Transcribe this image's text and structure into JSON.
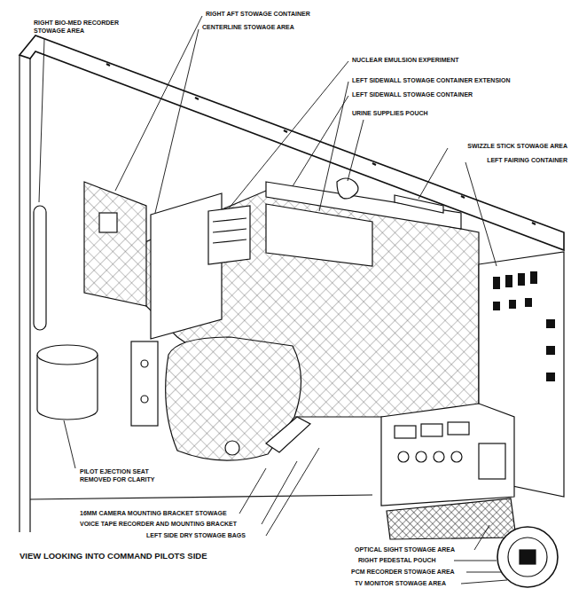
{
  "diagram": {
    "caption": "VIEW LOOKING INTO COMMAND PILOTS SIDE",
    "labels": [
      "RIGHT BIO-MED RECORDER STOWAGE AREA",
      "RIGHT AFT STOWAGE CONTAINER",
      "CENTERLINE STOWAGE AREA",
      "NUCLEAR EMULSION EXPERIMENT",
      "LEFT SIDEWALL STOWAGE CONTAINER EXTENSION",
      "LEFT SIDEWALL STOWAGE CONTAINER",
      "URINE SUPPLIES POUCH",
      "SWIZZLE STICK STOWAGE AREA",
      "LEFT FAIRING CONTAINER",
      "PILOT EJECTION SEAT REMOVED FOR CLARITY",
      "16MM CAMERA MOUNTING BRACKET STOWAGE",
      "VOICE TAPE RECORDER AND MOUNTING BRACKET",
      "LEFT SIDE DRY STOWAGE BAGS",
      "OPTICAL SIGHT STOWAGE AREA",
      "RIGHT PEDESTAL POUCH",
      "PCM RECORDER STOWAGE AREA",
      "TV MONITOR STOWAGE AREA"
    ]
  }
}
